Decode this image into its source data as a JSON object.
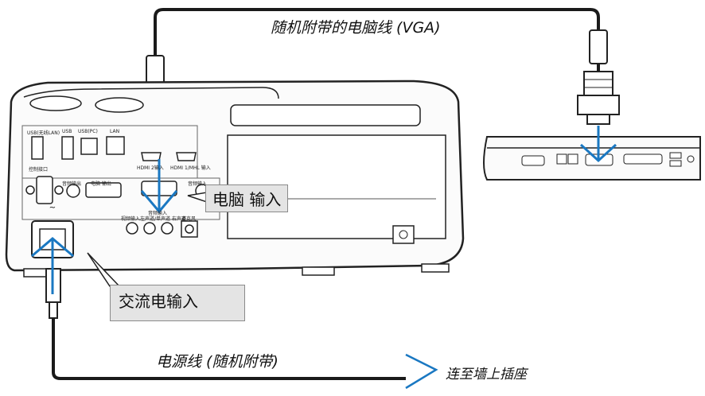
{
  "labels": {
    "vga_cable": "随机附带的电脑线 (VGA)",
    "computer_in": "电脑 输入",
    "ac_in": "交流电输入",
    "power_cord": "电源线 (随机附带)",
    "to_wall": "连至墙上插座"
  },
  "panel": {
    "usb_lan": "USB(无线LAN)",
    "usb": "USB",
    "usb_pc": "USB(PC)",
    "lan": "LAN",
    "control": "控制接口",
    "hdmi2": "HDMI 2输入",
    "hdmi1": "HDMI 1/MHL 输入",
    "audio_out": "音频输出",
    "pc_out": "电脑 输出",
    "audio_in": "音频输入",
    "video_in": "视频输入",
    "audio_in2": "音频输入",
    "lr": "左声道/单声道  右声道",
    "mic": "麦克风"
  },
  "colors": {
    "arrow": "#1a78c2",
    "cable": "#1a1a1a",
    "callout_bg": "#e4e4e4"
  }
}
